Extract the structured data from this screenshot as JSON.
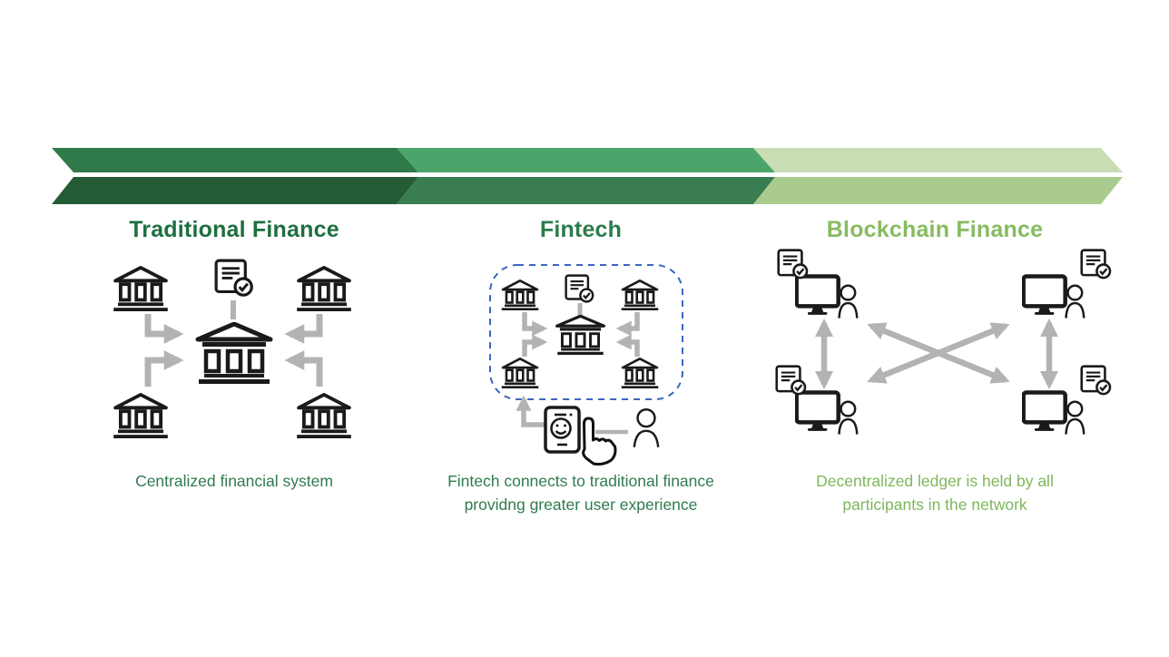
{
  "banner": {
    "segments": [
      {
        "name": "traditional",
        "top_color": "#2F7A48",
        "bottom_color": "#265C35"
      },
      {
        "name": "fintech",
        "top_color": "#4BA469",
        "bottom_color": "#3A7D50"
      },
      {
        "name": "blockchain",
        "top_color": "#C9DDB4",
        "bottom_color": "#A9CC8E"
      }
    ]
  },
  "columns": [
    {
      "heading": "Traditional Finance",
      "heading_color": "#1E6F3F",
      "caption_lines": [
        "Centralized financial system"
      ],
      "caption_color": "#2F7B4F"
    },
    {
      "heading": "Fintech",
      "heading_color": "#2B7C4B",
      "caption_lines": [
        "Fintech connects to traditional finance",
        "providng greater user experience"
      ],
      "caption_color": "#2F7B4F"
    },
    {
      "heading": "Blockchain Finance",
      "heading_color": "#87BB60",
      "caption_lines": [
        "Decentralized ledger is held by all",
        "participants in the network"
      ],
      "caption_color": "#7EB75C"
    }
  ],
  "icons": {
    "bank-icon": "classical bank building glyph",
    "central-bank-icon": "large classical bank building glyph",
    "document-check-icon": "document with checkmark badge",
    "monitor-user-icon": "computer monitor with person",
    "smartphone-touch-icon": "smartphone with smiley screen and tapping hand",
    "person-icon": "person bust outline",
    "flow-arrow": "gray flow arrow"
  },
  "diagram_colors": {
    "arrow": "#B3B3B3",
    "icon_ink": "#1A1A1A",
    "fintech_dashed_border": "#3A66C0"
  }
}
